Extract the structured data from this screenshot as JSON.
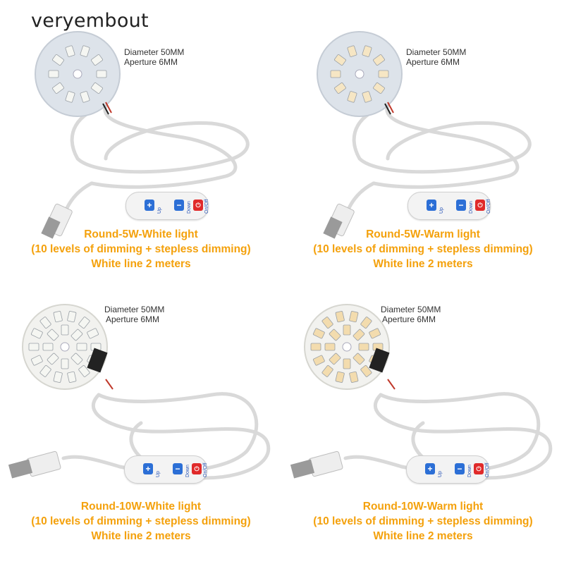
{
  "brand": "veryembout",
  "spec": {
    "diameter": "Diameter 50MM",
    "aperture": "Aperture 6MM"
  },
  "controller": {
    "up": "Up",
    "down": "Down",
    "power": "On/Off"
  },
  "products": [
    {
      "title": "Round-5W-White light",
      "dimming": "(10 levels of dimming + stepless dimming)",
      "line": "White line 2 meters",
      "led_color": "#f5f6f2"
    },
    {
      "title": "Round-5W-Warm light",
      "dimming": "(10 levels of dimming + stepless dimming)",
      "line": "White line 2 meters",
      "led_color": "#f6e6c4"
    },
    {
      "title": "Round-10W-White light",
      "dimming": "(10 levels of dimming + stepless dimming)",
      "line": "White line 2 meters",
      "led_color": "#f5f6f2"
    },
    {
      "title": "Round-10W-Warm light",
      "dimming": "(10 levels of dimming + stepless dimming)",
      "line": "White line 2 meters",
      "led_color": "#f3dcae"
    }
  ],
  "colors": {
    "caption": "#f4a10c",
    "board_small": "#dde3ea",
    "board_large": "#f2f2ef"
  }
}
